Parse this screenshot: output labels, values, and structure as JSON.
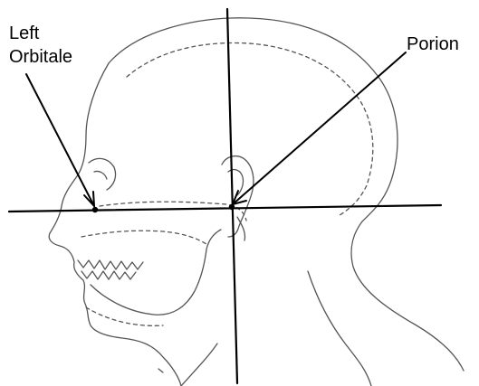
{
  "labels": {
    "left_orbitale_line1": "Left",
    "left_orbitale_line2": "Orbitale",
    "porion": "Porion"
  },
  "colors": {
    "ink": "#000000",
    "sketch": "#555555",
    "background": "#ffffff"
  }
}
